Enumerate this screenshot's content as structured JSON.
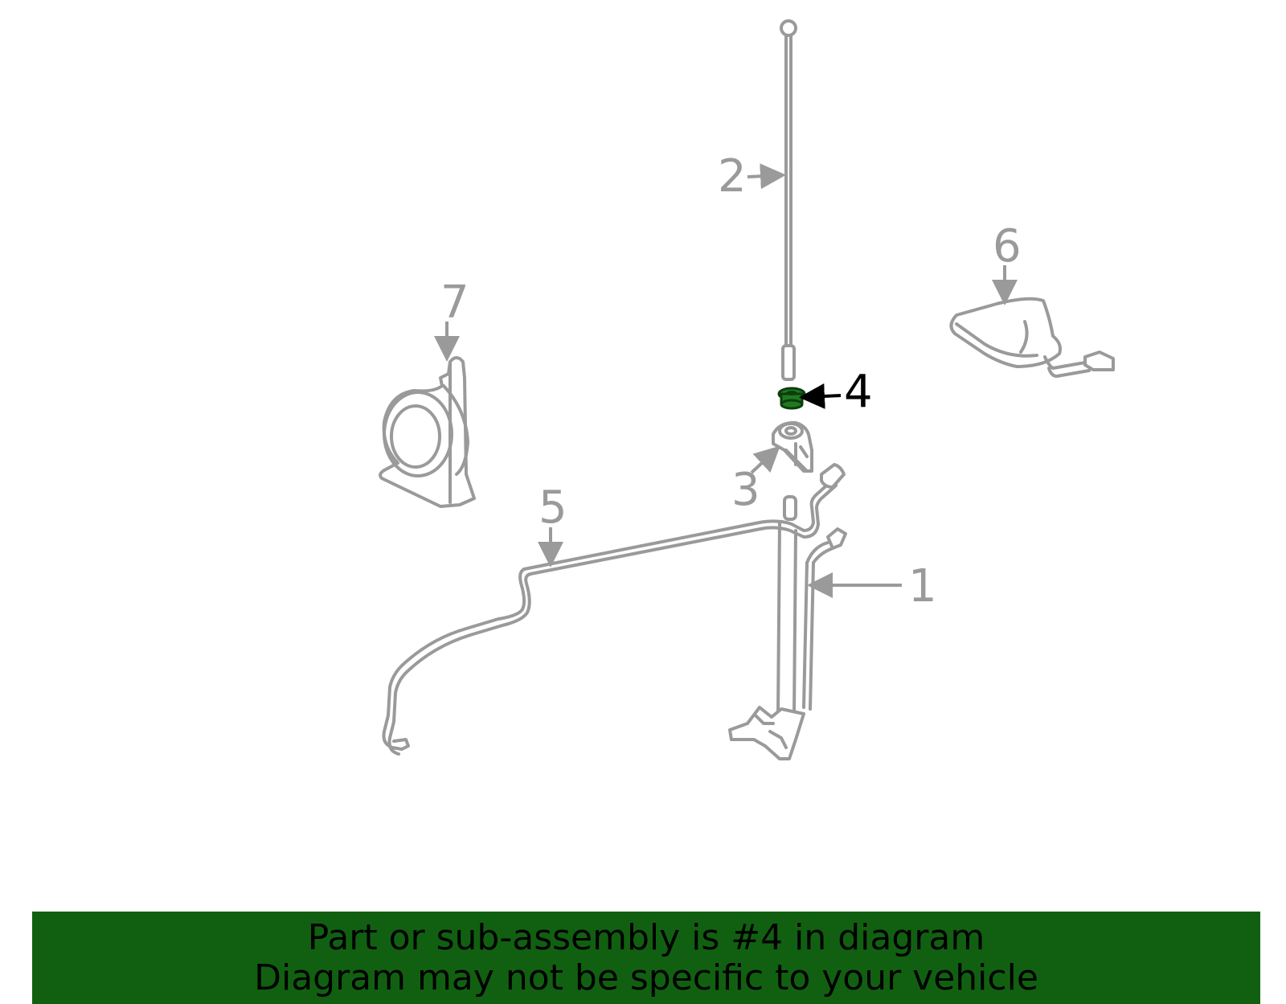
{
  "callouts": {
    "c1": "1",
    "c2": "2",
    "c3": "3",
    "c4": "4",
    "c5": "5",
    "c6": "6",
    "c7": "7"
  },
  "highlighted_part": "4",
  "colors": {
    "part_stroke": "#9a9a9a",
    "highlight_part": "#1f7a1f",
    "banner_bg": "#116011"
  },
  "banner": {
    "line1": "Part or sub-assembly is #4 in diagram",
    "line2": "Diagram may not be specific to your vehicle"
  }
}
